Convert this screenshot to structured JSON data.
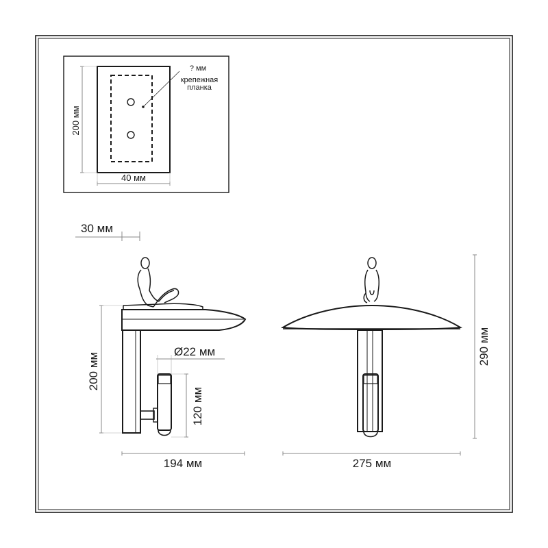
{
  "inset": {
    "height_label": "200 мм",
    "width_label": "40 мм",
    "unknown_label": "? мм",
    "plate_label_line1": "крепежная",
    "plate_label_line2": "планка"
  },
  "side_view": {
    "offset_label": "30 мм",
    "diameter_label": "Ø22 мм",
    "height_label": "200 мм",
    "tube_length_label": "120 мм",
    "depth_label": "194 мм"
  },
  "front_view": {
    "height_label": "290 мм",
    "width_label": "275 мм"
  },
  "colors": {
    "line": "#1a1a1a",
    "dim_line": "#888888",
    "border": "#1a1a1a"
  }
}
